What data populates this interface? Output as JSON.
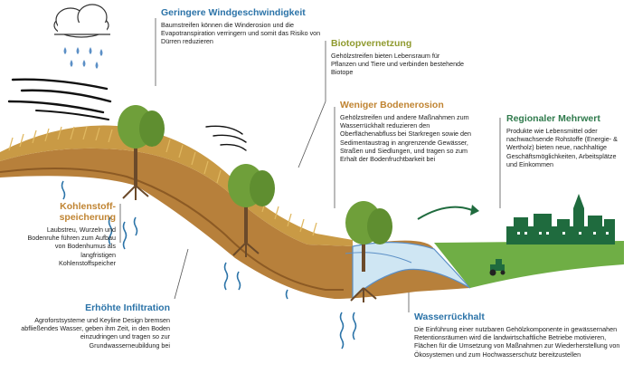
{
  "colors": {
    "blue_heading": "#2b73a8",
    "olive_heading": "#8f9a2e",
    "orange_heading": "#c08432",
    "green_heading": "#2f7a4c",
    "soil": "#b7803b",
    "soil_dark": "#8c5a24",
    "field": "#c99a45",
    "tree": "#6f9f3a",
    "water": "#cfe6f3",
    "town": "#1f6b3e",
    "grass": "#4e9a3a"
  },
  "icons": [
    "rain-cloud-icon",
    "wind-arrows-icon",
    "tree-icon",
    "tractor-icon",
    "infiltration-arrow-icon",
    "arrow-curved-icon",
    "town-icon"
  ],
  "sections": {
    "wind": {
      "title": "Geringere Windgeschwindigkeit",
      "text": "Baumstreifen können die Winderosion und die Evapotranspiration verringern und somit das Risiko von Dürren reduzieren"
    },
    "biotop": {
      "title": "Biotopvernetzung",
      "text": "Gehölzstreifen bieten Lebensraum für Pflanzen und Tiere und verbinden bestehende Biotope"
    },
    "erosion": {
      "title": "Weniger Bodenerosion",
      "text": "Gehölzstreifen und andere Maßnahmen zum Wasserrückhalt reduzieren den Oberflächenabfluss bei Starkregen sowie den Sedimentaustrag in angrenzende Gewässer, Straßen und Siedlungen, und tragen so zum Erhalt der Bodenfruchtbarkeit bei"
    },
    "mehrwert": {
      "title": "Regionaler Mehrwert",
      "text": "Produkte wie Lebensmittel oder nachwachsende Rohstoffe (Energie- & Wertholz) bieten neue, nachhaltige Geschäftsmöglichkeiten, Arbeitsplätze und Einkommen"
    },
    "kohlenstoff": {
      "title": "Kohlenstoff-speicherung",
      "text": "Laubstreu, Wurzeln und Bodenruhe führen zum Aufbau von Bodenhumus als langfristigen Kohlenstoffspeicher"
    },
    "infiltration": {
      "title": "Erhöhte Infiltration",
      "text": "Agroforstsysteme und Keyline Design bremsen abfließendes Wasser, geben ihm Zeit, in den Boden einzudringen und tragen so zur Grundwasserneubildung bei"
    },
    "wasser": {
      "title": "Wasserrückhalt",
      "text": "Die Einführung einer nutzbaren Gehölzkomponente in gewässernahen Retentionsräumen wird die landwirtschaftliche Betriebe motivieren, Flächen für die Umsetzung von Maßnahmen zur Wiederherstellung von Ökosystemen und zum Hochwasserschutz bereitzustellen"
    }
  }
}
